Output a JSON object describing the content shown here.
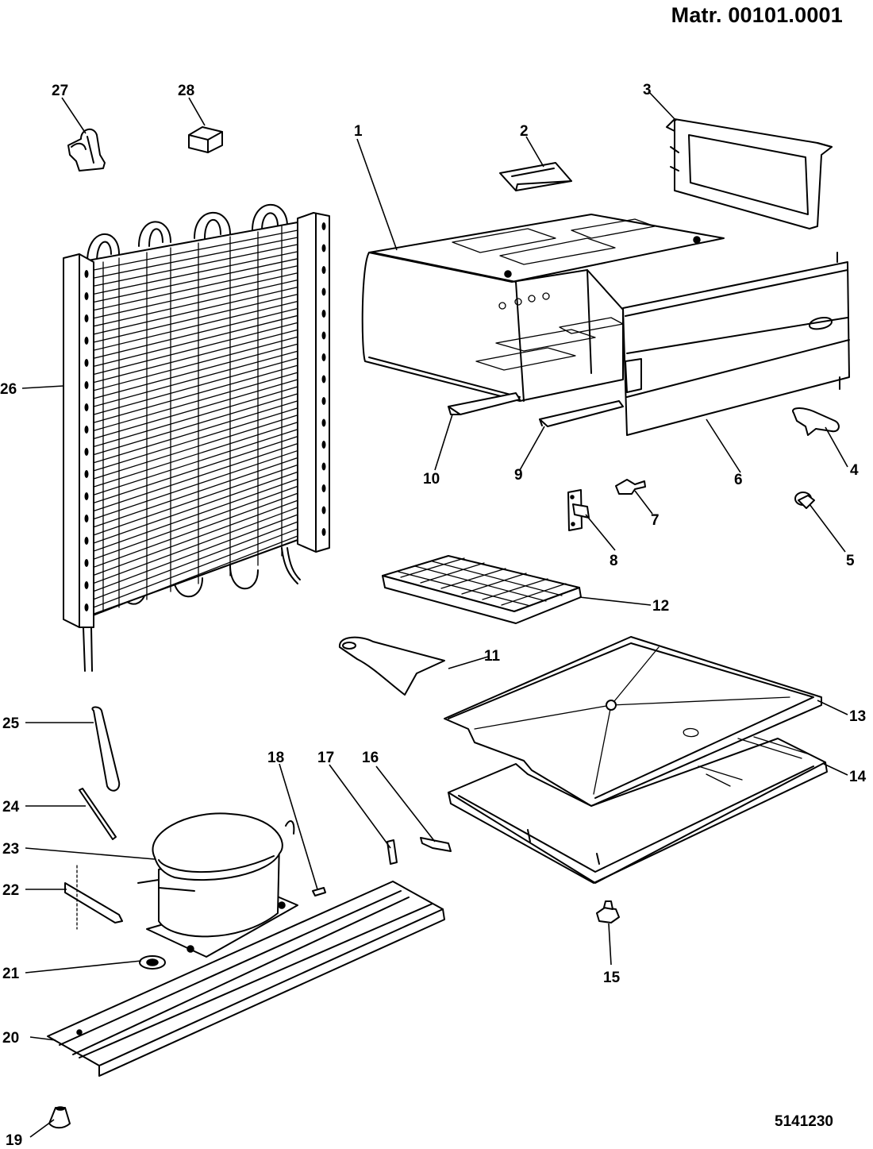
{
  "header": {
    "title": "Matr. 00101.0001"
  },
  "footer": {
    "drawing_number": "5141230"
  },
  "callouts": [
    "1",
    "2",
    "3",
    "4",
    "5",
    "6",
    "7",
    "8",
    "9",
    "10",
    "11",
    "12",
    "13",
    "14",
    "15",
    "16",
    "17",
    "18",
    "19",
    "20",
    "21",
    "22",
    "23",
    "24",
    "25",
    "26",
    "27",
    "28"
  ]
}
